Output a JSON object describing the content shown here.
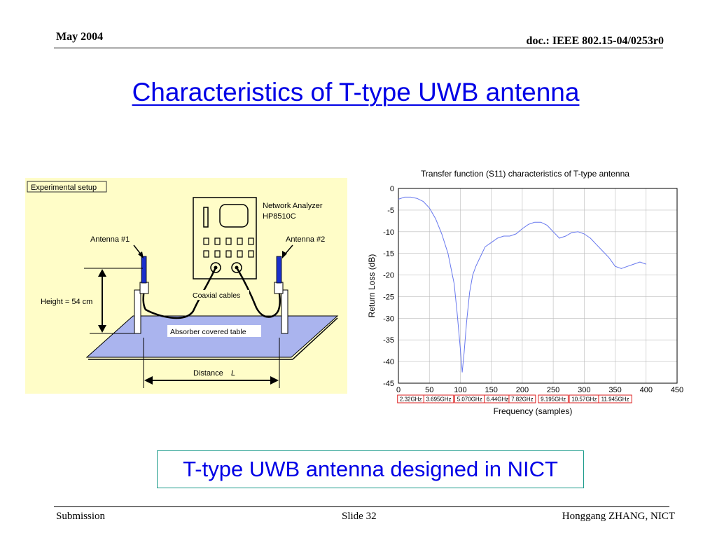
{
  "header": {
    "date": "May 2004",
    "doc_id": "doc.: IEEE 802.15-04/0253r0"
  },
  "title": "Characteristics of T-type UWB antenna",
  "setup": {
    "label": "Experimental setup",
    "network_analyzer": "Network Analyzer",
    "network_analyzer_model": "HP8510C",
    "antenna1": "Antenna #1",
    "antenna2": "Antenna #2",
    "height": "Height = 54 cm",
    "cables": "Coaxial cables",
    "table": "Absorber covered table",
    "distance": "Distance",
    "distance_var": "L"
  },
  "chart_data": {
    "type": "line",
    "title": "Transfer function (S11) characteristics of T-type antenna",
    "xlabel": "Frequency (samples)",
    "ylabel": "Return Loss (dB)",
    "xlim": [
      0,
      450
    ],
    "ylim": [
      -45,
      0
    ],
    "xticks": [
      0,
      50,
      100,
      150,
      200,
      250,
      300,
      350,
      400,
      450
    ],
    "yticks": [
      0,
      -5,
      -10,
      -15,
      -20,
      -25,
      -30,
      -35,
      -40,
      -45
    ],
    "grid": true,
    "line_color": "#6677ee",
    "freq_annotations": [
      {
        "x": 20,
        "label": "2.32GHz"
      },
      {
        "x": 65,
        "label": "3.695GHz"
      },
      {
        "x": 115,
        "label": "5.070GHz"
      },
      {
        "x": 160,
        "label": "6.44GHz"
      },
      {
        "x": 200,
        "label": "7.82GHz"
      },
      {
        "x": 250,
        "label": "9.195GHz"
      },
      {
        "x": 300,
        "label": "10.57GHz"
      },
      {
        "x": 350,
        "label": "11.945GHz"
      }
    ],
    "series": [
      {
        "x": [
          0,
          10,
          20,
          30,
          40,
          50,
          60,
          70,
          80,
          90,
          95,
          100,
          103,
          106,
          110,
          115,
          120,
          125,
          130,
          140,
          150,
          160,
          170,
          180,
          190,
          200,
          210,
          220,
          230,
          240,
          250,
          260,
          270,
          280,
          290,
          300,
          310,
          320,
          330,
          340,
          350,
          360,
          370,
          380,
          390,
          400
        ],
        "y": [
          -2.5,
          -2,
          -2,
          -2.3,
          -3,
          -4.5,
          -7,
          -10.5,
          -15,
          -22,
          -29,
          -37,
          -42.5,
          -38,
          -31,
          -24,
          -20,
          -18,
          -16.5,
          -13.5,
          -12.5,
          -11.5,
          -11,
          -11,
          -10.5,
          -9.3,
          -8.3,
          -7.8,
          -7.8,
          -8.5,
          -10,
          -11.5,
          -11,
          -10.2,
          -10,
          -10.5,
          -11.5,
          -13,
          -14.5,
          -16,
          -18,
          -18.5,
          -18,
          -17.5,
          -17,
          -17.5
        ]
      }
    ]
  },
  "caption": "T-type UWB antenna designed in NICT",
  "footer": {
    "left": "Submission",
    "center": "Slide 32",
    "right": "Honggang ZHANG, NICT"
  }
}
